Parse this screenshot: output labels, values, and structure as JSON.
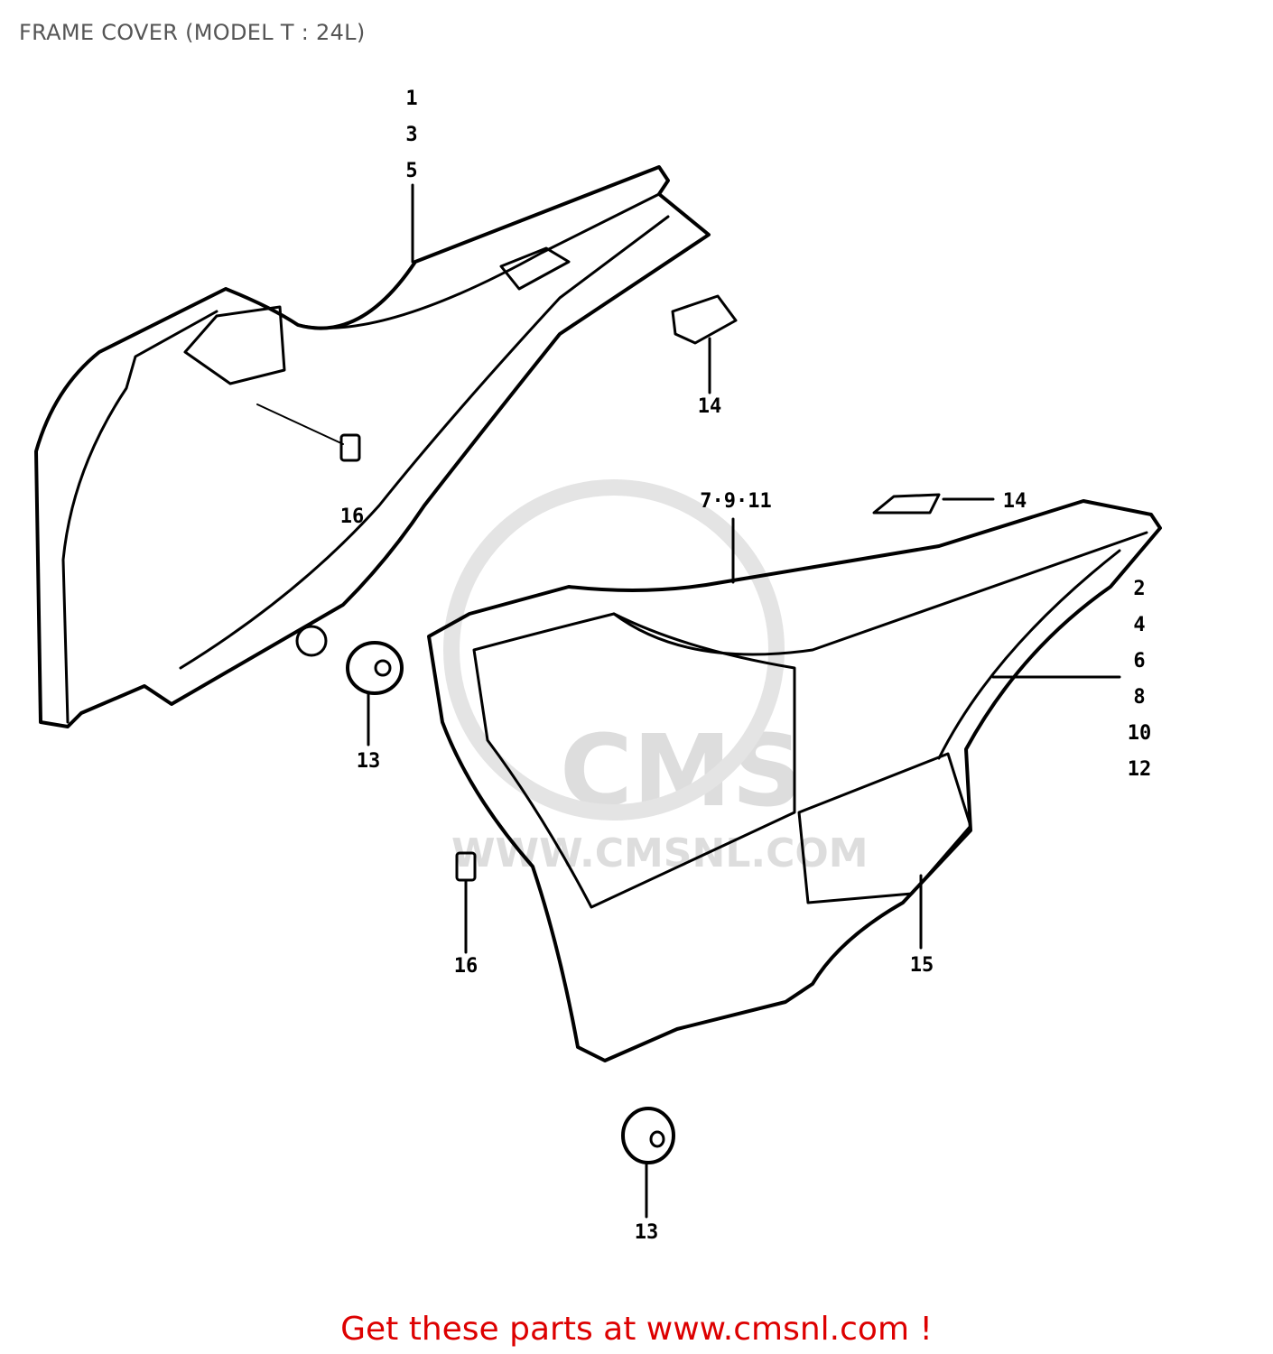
{
  "title": "FRAME COVER (MODEL T : 24L)",
  "watermark": {
    "logo": "CMS",
    "url": "WWW.CMSNL.COM"
  },
  "callouts": {
    "left_cover": [
      "1",
      "3",
      "5"
    ],
    "right_cover_top": "7·9·11",
    "right_cover_side": [
      "2",
      "4",
      "6",
      "8",
      "10",
      "12"
    ],
    "bracket_upper": "14",
    "bracket_right": "14",
    "clip_left": "16",
    "clip_right": "16",
    "grommet_left": "13",
    "grommet_bottom": "13",
    "emblem": "15"
  },
  "footer": "Get these parts at www.cmsnl.com !"
}
